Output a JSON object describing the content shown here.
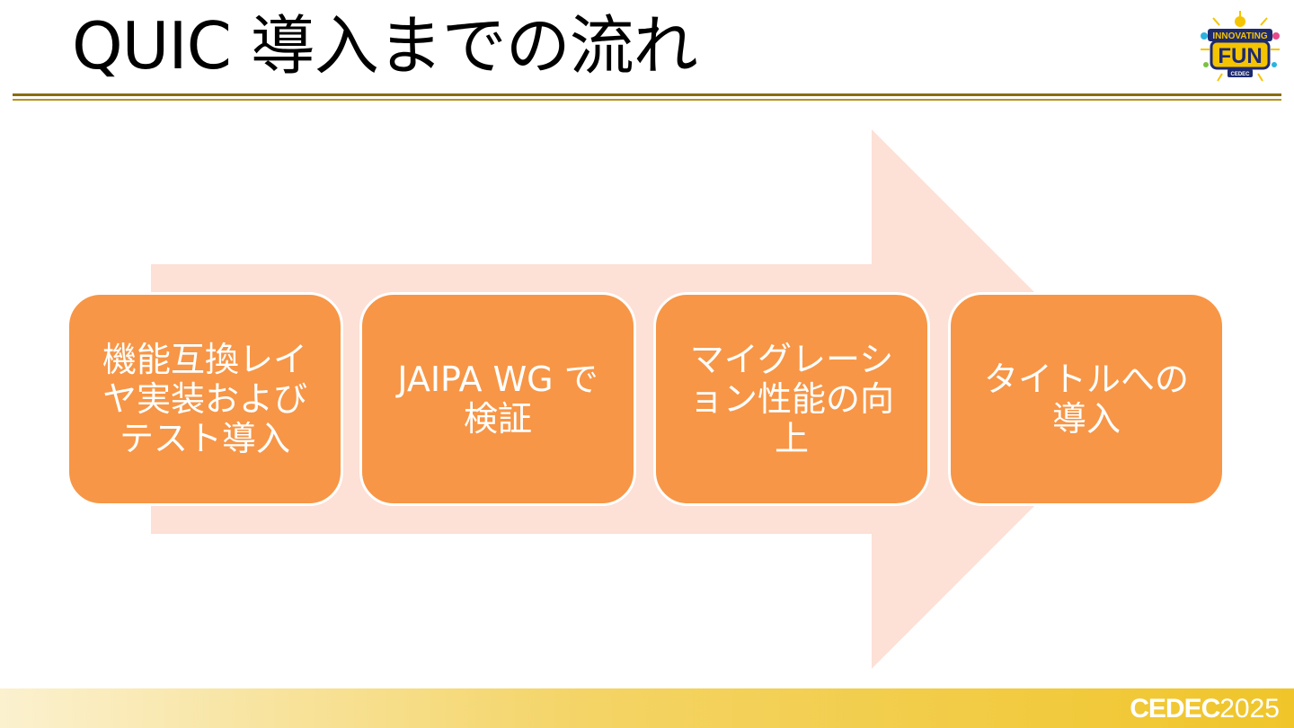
{
  "slide": {
    "title": "QUIC 導入までの流れ"
  },
  "steps": [
    {
      "label": "機能互換レイヤ実装およびテスト導入"
    },
    {
      "label": "JAIPA WG で検証"
    },
    {
      "label": "マイグレーション性能の向上"
    },
    {
      "label": "タイトルへの導入"
    }
  ],
  "logo": {
    "top": "INNOVATING",
    "main": "FUN",
    "sub": "CEDEC"
  },
  "footer": {
    "brand": "CEDEC",
    "year": "2025"
  },
  "colors": {
    "box": "#f79646",
    "arrow": "#fde0d6",
    "rule": "#8a6d12",
    "footer_end": "#f0c52a"
  }
}
